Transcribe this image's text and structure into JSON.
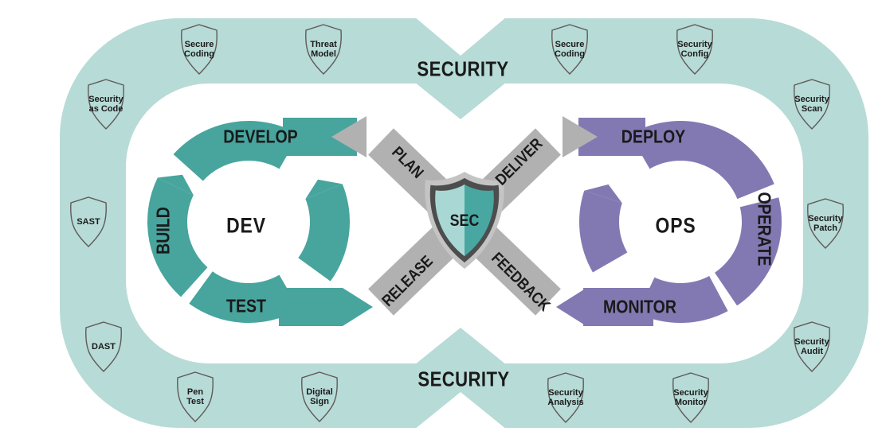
{
  "colors": {
    "background": "#ffffff",
    "outer_band": "#b7dbd7",
    "dev": "#47a59e",
    "ops": "#8379b2",
    "flow": "#b1b1b1",
    "shield_rim": "#c4c4c4",
    "shield_border": "#4d4d4d",
    "shield_left_half": "#a9d8d4",
    "shield_right_half": "#48a7a1",
    "text": "#1a1a1a",
    "badge_outline": "#5f5a58"
  },
  "security_band": {
    "top_label": "SECURITY",
    "bottom_label": "SECURITY"
  },
  "dev_loop": {
    "center": "DEV",
    "top": "DEVELOP",
    "left": "BUILD",
    "bottom": "TEST"
  },
  "ops_loop": {
    "center": "OPS",
    "top": "DEPLOY",
    "right": "OPERATE",
    "bottom": "MONITOR"
  },
  "flow": {
    "plan": "PLAN",
    "deliver": "DELIVER",
    "release": "RELEASE",
    "feedback": "FEEDBACK",
    "shield": "SEC"
  },
  "badges": [
    {
      "id": "secure-coding-top-left",
      "line1": "Secure",
      "line2": "Coding"
    },
    {
      "id": "threat-model",
      "line1": "Threat",
      "line2": "Model"
    },
    {
      "id": "secure-coding-top-right",
      "line1": "Secure",
      "line2": "Coding"
    },
    {
      "id": "security-config",
      "line1": "Security",
      "line2": "Config"
    },
    {
      "id": "security-as-code",
      "line1": "Security",
      "line2": "as Code"
    },
    {
      "id": "security-scan",
      "line1": "Security",
      "line2": "Scan"
    },
    {
      "id": "sast",
      "line1": "SAST",
      "line2": ""
    },
    {
      "id": "security-patch",
      "line1": "Security",
      "line2": "Patch"
    },
    {
      "id": "dast",
      "line1": "DAST",
      "line2": ""
    },
    {
      "id": "security-audit",
      "line1": "Security",
      "line2": "Audit"
    },
    {
      "id": "pen-test",
      "line1": "Pen",
      "line2": "Test"
    },
    {
      "id": "digital-sign",
      "line1": "Digital",
      "line2": "Sign"
    },
    {
      "id": "security-analysis",
      "line1": "Security",
      "line2": "Analysis"
    },
    {
      "id": "security-monitor",
      "line1": "Security",
      "line2": "Monitor"
    }
  ]
}
